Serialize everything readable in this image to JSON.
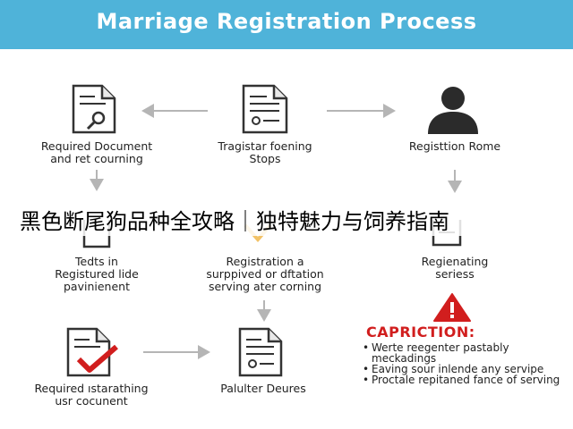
{
  "title": "Marriage Registration Process",
  "overlay_text": "黑色断尾狗品种全攻略｜独特魅力与饲养指南",
  "nodes": {
    "n1": "Required Document\nand ret courning",
    "n2": "Tragistar foening\nStops",
    "n3": "Registtion Rome",
    "n4": "Tedts in\nRegistured lide\npavinienent",
    "n5": "Registration a\nsurppived or dftation\nserving ater corning",
    "n6": "Regienating\nseriess",
    "n7": "Required ıstarathing\nusr cocunent",
    "n8": "Palulter Deures"
  },
  "caption": {
    "title": "CAPRICTION:",
    "items": [
      "Werte reegenter pastably meckadings",
      "Eaving sour inlende any servipe",
      "Proctale repitaned fance of serving"
    ]
  },
  "colors": {
    "header": "#4fb3d9",
    "warning": "#d11e1e",
    "check": "#d11e1e",
    "arrow": "#b5b5b5"
  }
}
